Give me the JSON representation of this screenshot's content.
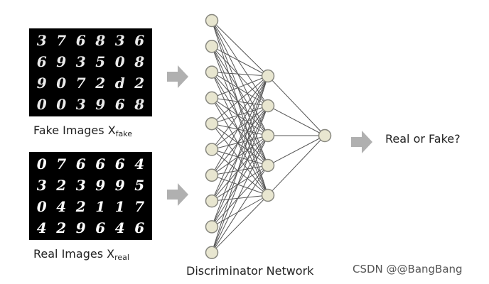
{
  "fake_images": {
    "caption": "Fake Images X",
    "caption_sub": "fake",
    "digits": [
      [
        "3",
        "7",
        "6",
        "8",
        "3",
        "6"
      ],
      [
        "6",
        "9",
        "3",
        "5",
        "0",
        "8"
      ],
      [
        "9",
        "0",
        "7",
        "2",
        "d",
        "2"
      ],
      [
        "0",
        "0",
        "3",
        "9",
        "6",
        "8"
      ]
    ]
  },
  "real_images": {
    "caption": "Real Images X",
    "caption_sub": "real",
    "digits": [
      [
        "0",
        "7",
        "6",
        "6",
        "6",
        "4"
      ],
      [
        "3",
        "2",
        "3",
        "9",
        "9",
        "5"
      ],
      [
        "0",
        "4",
        "2",
        "1",
        "1",
        "7"
      ],
      [
        "4",
        "2",
        "9",
        "6",
        "4",
        "6"
      ]
    ]
  },
  "network": {
    "label": "Discriminator Network",
    "input_count": 10,
    "hidden_count": 5,
    "output_count": 1,
    "node_fill": "#e8e6d0",
    "node_stroke": "#888880"
  },
  "output_label": "Real or Fake?",
  "arrow_color": "#b0b0b0",
  "watermark": "CSDN @@BangBang"
}
